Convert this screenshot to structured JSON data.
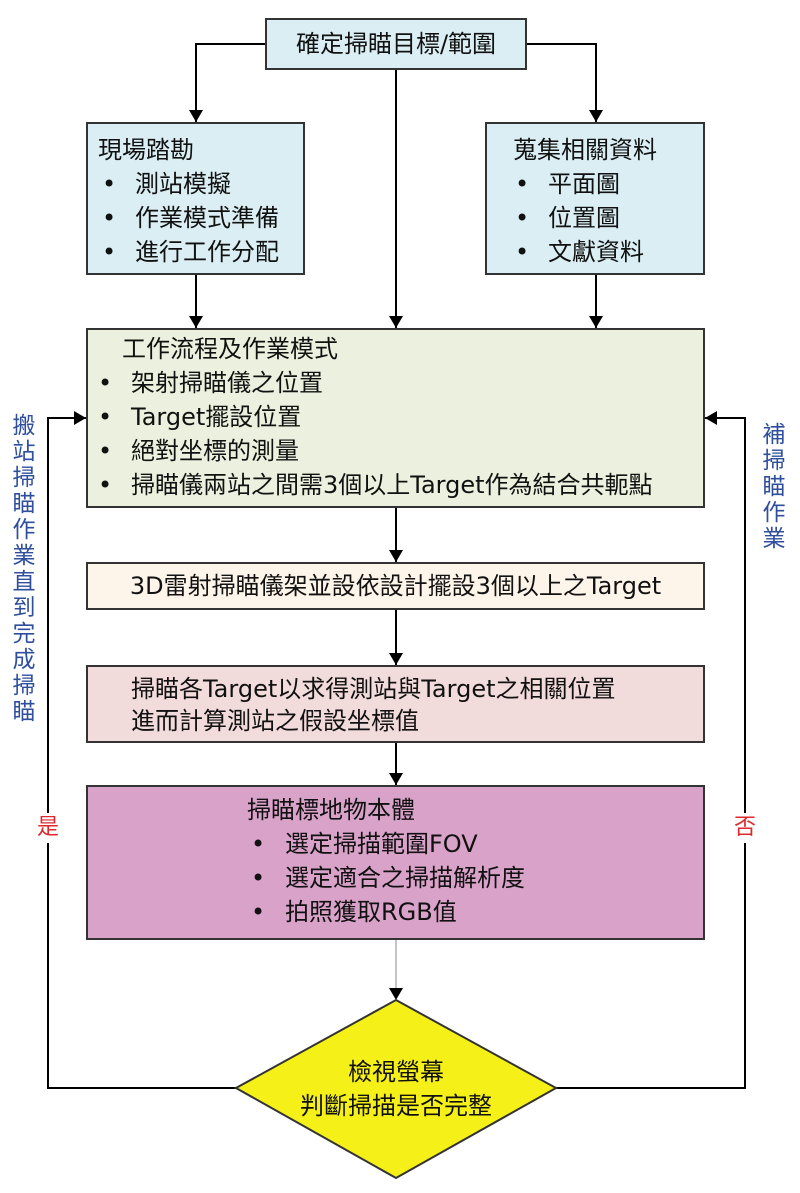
{
  "colors": {
    "node_blue": "#daeef3",
    "node_green": "#ebf1de",
    "node_peach": "#fdf4ea",
    "node_rose": "#f2dcdb",
    "node_magenta": "#d9a2c9",
    "decision_yellow": "#f5f118",
    "loop_note_blue": "#2f4f9d",
    "branch_label_red": "#dd2a2e",
    "border": "#333333"
  },
  "nodes": {
    "define_target": {
      "label": "確定掃瞄目標/範圍"
    },
    "site_survey": {
      "title": "現場踏勘",
      "items": [
        "測站模擬",
        "作業模式準備",
        "進行工作分配"
      ]
    },
    "collect_data": {
      "title": "蒐集相關資料",
      "items": [
        "平面圖",
        "位置圖",
        "文獻資料"
      ]
    },
    "workflow": {
      "title": "工作流程及作業模式",
      "items": [
        "架射掃瞄儀之位置",
        "Target擺設位置",
        "絕對坐標的測量",
        "掃瞄儀兩站之間需3個以上Target作為結合共軛點"
      ]
    },
    "setup": {
      "label": "3D雷射掃瞄儀架並設依設計擺設3個以上之Target"
    },
    "scan_targets": {
      "lines": [
        "掃瞄各Target以求得測站與Target之相關位置",
        "進而計算測站之假設坐標值"
      ]
    },
    "scan_object": {
      "title": "掃瞄標地物本體",
      "items": [
        "選定掃描範圍FOV",
        "選定適合之掃描解析度",
        "拍照獲取RGB值"
      ]
    },
    "decision": {
      "lines": [
        "檢視螢幕",
        "判斷掃描是否完整"
      ]
    }
  },
  "branches": {
    "yes": {
      "label": "是",
      "note": "搬站掃瞄作業直到完成掃瞄"
    },
    "no": {
      "label": "否",
      "note": "補掃瞄作業"
    }
  }
}
